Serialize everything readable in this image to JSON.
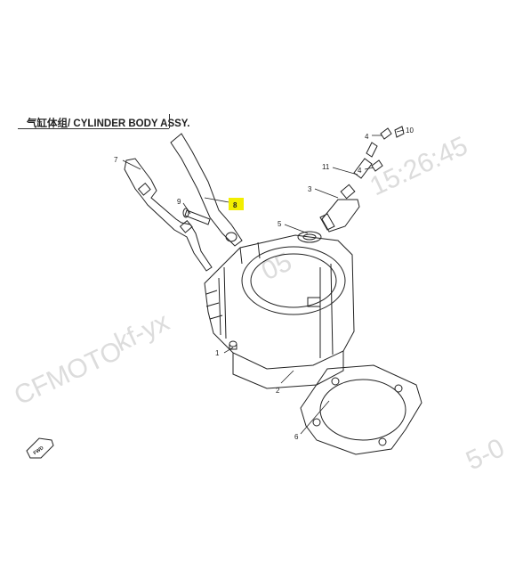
{
  "title": "气缸体组/ CYLINDER BODY ASSY.",
  "watermark": {
    "brand": "CFMOTO",
    "code": "kf-yx",
    "time": "15:26:45",
    "date_fragment": "05",
    "tail_fragment": "5-0",
    "color": "#dcdcdc"
  },
  "callouts": [
    {
      "id": "1",
      "label": "1"
    },
    {
      "id": "2",
      "label": "2"
    },
    {
      "id": "3",
      "label": "3"
    },
    {
      "id": "4a",
      "label": "4"
    },
    {
      "id": "4b",
      "label": "4"
    },
    {
      "id": "5",
      "label": "5"
    },
    {
      "id": "6",
      "label": "6"
    },
    {
      "id": "7",
      "label": "7"
    },
    {
      "id": "8",
      "label": "8",
      "highlighted": true
    },
    {
      "id": "9",
      "label": "9"
    },
    {
      "id": "10",
      "label": "10"
    },
    {
      "id": "11",
      "label": "11"
    }
  ],
  "highlight_color": "#f2ee00",
  "fwd_label": "FWD"
}
